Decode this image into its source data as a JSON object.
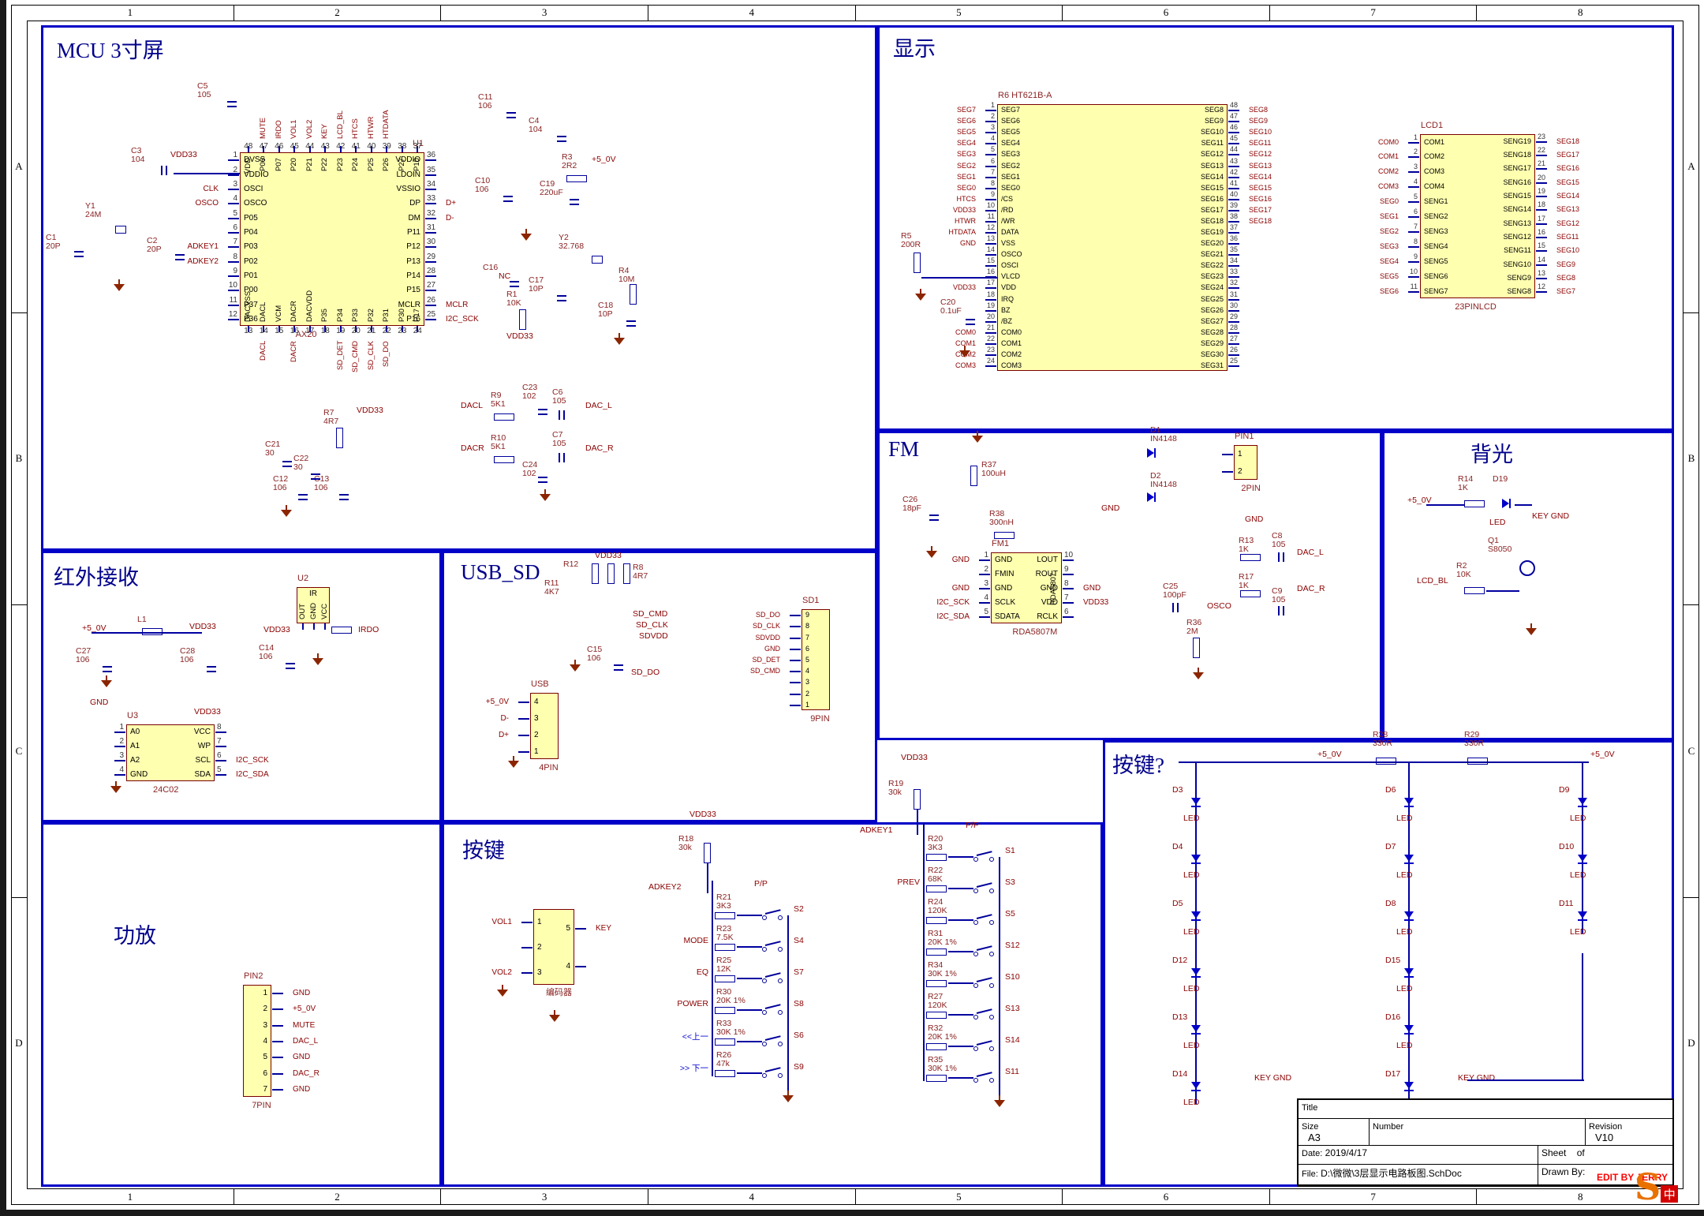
{
  "frame": {
    "columns": [
      "1",
      "2",
      "3",
      "4",
      "5",
      "6",
      "7",
      "8"
    ],
    "rows": [
      "A",
      "B",
      "C",
      "D"
    ]
  },
  "colors": {
    "block_border": "#0000c8",
    "title": "#00008b",
    "chip_fill": "#ffffb0",
    "chip_border": "#7a0000",
    "net": "#8b0000",
    "wire": "#0000a0",
    "edit_red": "#ff0000"
  },
  "blocks": {
    "mcu": {
      "title": "MCU  3寸屏"
    },
    "display": {
      "title": "显示"
    },
    "fm": {
      "title": "FM"
    },
    "backlight": {
      "title": "背光"
    },
    "ir": {
      "title": "红外接收"
    },
    "usb_sd": {
      "title": "USB_SD"
    },
    "keys": {
      "title": "按键"
    },
    "amp": {
      "title": "功放"
    },
    "keys2": {
      "title": "按键?"
    }
  },
  "nets": {
    "vdd33": "VDD33",
    "v5": "+5_0V",
    "gnd": "GND",
    "nc": "NC",
    "dacl": "DACL",
    "dacr": "DACR",
    "dac_l": "DAC_L",
    "dac_r": "DAC_R",
    "sd_do": "SD_DO",
    "sd_clk": "SD_CLK",
    "sd_cmd": "SD_CMD",
    "sdvdd": "SDVDD",
    "irdo": "IRDO",
    "osco": "OSCO",
    "adkey1": "ADKEY1",
    "adkey2": "ADKEY2",
    "key_gnd": "KEY GND",
    "lcd_bl": "LCD_BL",
    "led": "LED",
    "pp": "P/P"
  },
  "chips": {
    "u1": {
      "ref": "U1",
      "refpos": "tr",
      "sub": "AX20",
      "left": [
        [
          "1",
          "DVSS",
          ""
        ],
        [
          "2",
          "VDDIO",
          ""
        ],
        [
          "3",
          "OSCI",
          "CLK"
        ],
        [
          "4",
          "OSCO",
          "OSCO"
        ],
        [
          "5",
          "P05",
          ""
        ],
        [
          "6",
          "P04",
          ""
        ],
        [
          "7",
          "P03",
          "ADKEY1"
        ],
        [
          "8",
          "P02",
          "ADKEY2"
        ],
        [
          "9",
          "P01",
          ""
        ],
        [
          "10",
          "P00",
          ""
        ],
        [
          "11",
          "P37",
          ""
        ],
        [
          "12",
          "P36",
          ""
        ]
      ],
      "right": [
        [
          "36",
          "VDDIO",
          ""
        ],
        [
          "35",
          "LDOIN",
          ""
        ],
        [
          "34",
          "VSSIO",
          ""
        ],
        [
          "33",
          "DP",
          "D+"
        ],
        [
          "32",
          "DM",
          "D-"
        ],
        [
          "31",
          "P11",
          ""
        ],
        [
          "30",
          "P12",
          ""
        ],
        [
          "29",
          "P13",
          ""
        ],
        [
          "28",
          "P14",
          ""
        ],
        [
          "27",
          "P15",
          ""
        ],
        [
          "26",
          "MCLR",
          "MCLR"
        ],
        [
          "25",
          "P16",
          "I2C_SCK"
        ]
      ],
      "top": [
        [
          "48",
          "VDD",
          ""
        ],
        [
          "47",
          "P06",
          "MUTE"
        ],
        [
          "46",
          "P07",
          "IRDO"
        ],
        [
          "45",
          "P20",
          "VOL1"
        ],
        [
          "44",
          "P21",
          "VOL2"
        ],
        [
          "43",
          "P22",
          "KEY"
        ],
        [
          "42",
          "P23",
          "LCD_BL"
        ],
        [
          "41",
          "P24",
          "HTCS"
        ],
        [
          "40",
          "P25",
          "HTWR"
        ],
        [
          "39",
          "P26",
          "HTDATA"
        ],
        [
          "38",
          "P27",
          ""
        ],
        [
          "37",
          "P10",
          ""
        ]
      ],
      "bottom": [
        [
          "13",
          "DACVSS",
          ""
        ],
        [
          "14",
          "DACL",
          "DACL"
        ],
        [
          "15",
          "VCM",
          ""
        ],
        [
          "16",
          "DACR",
          "DACR"
        ],
        [
          "17",
          "DACVDD",
          ""
        ],
        [
          "18",
          "P35",
          ""
        ],
        [
          "19",
          "P34",
          "SD_DET"
        ],
        [
          "20",
          "P33",
          "SD_CMD"
        ],
        [
          "21",
          "P32",
          "SD_CLK"
        ],
        [
          "22",
          "P31",
          "SD_DO"
        ],
        [
          "23",
          "P30",
          ""
        ],
        [
          "24",
          "P17",
          ""
        ]
      ]
    },
    "ht": {
      "ref": "R6   HT621B-A",
      "left": [
        [
          "1",
          "SEG7",
          "SEG7"
        ],
        [
          "2",
          "SEG6",
          "SEG6"
        ],
        [
          "3",
          "SEG5",
          "SEG5"
        ],
        [
          "4",
          "SEG4",
          "SEG4"
        ],
        [
          "5",
          "SEG3",
          "SEG3"
        ],
        [
          "6",
          "SEG2",
          "SEG2"
        ],
        [
          "7",
          "SEG1",
          "SEG1"
        ],
        [
          "8",
          "SEG0",
          "SEG0"
        ],
        [
          "9",
          "/CS",
          "HTCS"
        ],
        [
          "10",
          "/RD",
          "VDD33"
        ],
        [
          "11",
          "/WR",
          "HTWR"
        ],
        [
          "12",
          "DATA",
          "HTDATA"
        ],
        [
          "13",
          "VSS",
          "GND"
        ],
        [
          "14",
          "OSCO",
          ""
        ],
        [
          "15",
          "OSCI",
          ""
        ],
        [
          "16",
          "VLCD",
          ""
        ],
        [
          "17",
          "VDD",
          "VDD33"
        ],
        [
          "18",
          "IRQ",
          ""
        ],
        [
          "19",
          "BZ",
          ""
        ],
        [
          "20",
          "/BZ",
          ""
        ],
        [
          "21",
          "COM0",
          "COM0"
        ],
        [
          "22",
          "COM1",
          "COM1"
        ],
        [
          "23",
          "COM2",
          "COM2"
        ],
        [
          "24",
          "COM3",
          "COM3"
        ]
      ],
      "right": [
        [
          "48",
          "SEG8",
          "SEG8"
        ],
        [
          "47",
          "SEG9",
          "SEG9"
        ],
        [
          "46",
          "SEG10",
          "SEG10"
        ],
        [
          "45",
          "SEG11",
          "SEG11"
        ],
        [
          "44",
          "SEG12",
          "SEG12"
        ],
        [
          "43",
          "SEG13",
          "SEG13"
        ],
        [
          "42",
          "SEG14",
          "SEG14"
        ],
        [
          "41",
          "SEG15",
          "SEG15"
        ],
        [
          "40",
          "SEG16",
          "SEG16"
        ],
        [
          "39",
          "SEG17",
          "SEG17"
        ],
        [
          "38",
          "SEG18",
          "SEG18"
        ],
        [
          "37",
          "SEG19",
          ""
        ],
        [
          "36",
          "SEG20",
          ""
        ],
        [
          "35",
          "SEG21",
          ""
        ],
        [
          "34",
          "SEG22",
          ""
        ],
        [
          "33",
          "SEG23",
          ""
        ],
        [
          "32",
          "SEG24",
          ""
        ],
        [
          "31",
          "SEG25",
          ""
        ],
        [
          "30",
          "SEG26",
          ""
        ],
        [
          "29",
          "SEG27",
          ""
        ],
        [
          "28",
          "SEG28",
          ""
        ],
        [
          "27",
          "SEG29",
          ""
        ],
        [
          "26",
          "SEG30",
          ""
        ],
        [
          "25",
          "SEG31",
          ""
        ]
      ]
    },
    "lcd1": {
      "ref": "LCD1",
      "sub": "23PINLCD",
      "left": [
        [
          "1",
          "COM1",
          "COM0"
        ],
        [
          "2",
          "COM2",
          "COM1"
        ],
        [
          "3",
          "COM3",
          "COM2"
        ],
        [
          "4",
          "COM4",
          "COM3"
        ],
        [
          "5",
          "SENG1",
          "SEG0"
        ],
        [
          "6",
          "SENG2",
          "SEG1"
        ],
        [
          "7",
          "SENG3",
          "SEG2"
        ],
        [
          "8",
          "SENG4",
          "SEG3"
        ],
        [
          "9",
          "SENG5",
          "SEG4"
        ],
        [
          "10",
          "SENG6",
          "SEG5"
        ],
        [
          "11",
          "SENG7",
          "SEG6"
        ]
      ],
      "right": [
        [
          "23",
          "SENG19",
          "SEG18"
        ],
        [
          "22",
          "SENG18",
          "SEG17"
        ],
        [
          "21",
          "SENG17",
          "SEG16"
        ],
        [
          "20",
          "SENG16",
          "SEG15"
        ],
        [
          "19",
          "SENG15",
          "SEG14"
        ],
        [
          "18",
          "SENG14",
          "SEG13"
        ],
        [
          "17",
          "SENG13",
          "SEG12"
        ],
        [
          "16",
          "SENG12",
          "SEG11"
        ],
        [
          "15",
          "SENG11",
          "SEG10"
        ],
        [
          "14",
          "SENG10",
          "SEG9"
        ],
        [
          "13",
          "SENG9",
          "SEG8"
        ],
        [
          "12",
          "SENG8",
          "SEG7"
        ]
      ]
    },
    "fm1": {
      "ref": "FM1",
      "sub": "RDA5807M",
      "vert": "RDA5807",
      "left": [
        [
          "1",
          "GND",
          "GND"
        ],
        [
          "2",
          "FMIN",
          ""
        ],
        [
          "3",
          "GND",
          "GND"
        ],
        [
          "4",
          "SCLK",
          "I2C_SCK"
        ],
        [
          "5",
          "SDATA",
          "I2C_SDA"
        ]
      ],
      "right": [
        [
          "10",
          "LOUT",
          ""
        ],
        [
          "9",
          "ROUT",
          ""
        ],
        [
          "8",
          "GND",
          "GND"
        ],
        [
          "7",
          "VDD",
          "VDD33"
        ],
        [
          "6",
          "RCLK",
          ""
        ]
      ]
    },
    "u2": {
      "ref": "U2",
      "inner": "IR",
      "bottom": [
        [
          "",
          "OUT",
          ""
        ],
        [
          "",
          "GND",
          ""
        ],
        [
          "",
          "VCC",
          ""
        ]
      ]
    },
    "u3": {
      "ref": "U3",
      "sub": "24C02",
      "left": [
        [
          "1",
          "A0",
          ""
        ],
        [
          "2",
          "A1",
          ""
        ],
        [
          "3",
          "A2",
          ""
        ],
        [
          "4",
          "GND",
          ""
        ]
      ],
      "right": [
        [
          "8",
          "VCC",
          ""
        ],
        [
          "7",
          "WP",
          ""
        ],
        [
          "6",
          "SCL",
          "I2C_SCK"
        ],
        [
          "5",
          "SDA",
          "I2C_SDA"
        ]
      ]
    },
    "sd1": {
      "ref": "SD1",
      "sub": "9PIN",
      "left": [
        [
          "",
          "9",
          "SD_DO"
        ],
        [
          "",
          "8",
          "SD_CLK"
        ],
        [
          "",
          "7",
          "SDVDD"
        ],
        [
          "",
          "6",
          "GND"
        ],
        [
          "",
          "5",
          "SD_DET"
        ],
        [
          "",
          "4",
          "SD_CMD"
        ],
        [
          "",
          "3",
          ""
        ],
        [
          "",
          "2",
          ""
        ],
        [
          "",
          "1",
          ""
        ]
      ]
    },
    "usb": {
      "ref": "USB",
      "sub": "4PIN",
      "left": [
        [
          "",
          "4",
          "+5_0V"
        ],
        [
          "",
          "3",
          "D-"
        ],
        [
          "",
          "2",
          "D+"
        ],
        [
          "",
          "1",
          ""
        ]
      ]
    },
    "pin1": {
      "ref": "PIN1",
      "sub": "2PIN",
      "left": [
        [
          "",
          "1",
          ""
        ],
        [
          "",
          "2",
          ""
        ]
      ]
    },
    "pin2": {
      "ref": "PIN2",
      "sub": "7PIN",
      "right": [
        [
          "",
          "1",
          "GND"
        ],
        [
          "",
          "2",
          "+5_0V"
        ],
        [
          "",
          "3",
          "MUTE"
        ],
        [
          "",
          "4",
          "DAC_L"
        ],
        [
          "",
          "5",
          "GND"
        ],
        [
          "",
          "6",
          "DAC_R"
        ],
        [
          "",
          "7",
          "GND"
        ]
      ]
    },
    "enc": {
      "sub": "编码器",
      "left": [
        [
          "",
          "1",
          "VOL1"
        ],
        [
          "",
          "2",
          ""
        ],
        [
          "",
          "3",
          "VOL2"
        ]
      ],
      "right": [
        [
          "",
          "5",
          "KEY"
        ],
        [
          "",
          "4",
          ""
        ]
      ]
    }
  },
  "parts": {
    "c5": {
      "ref": "C5",
      "val": "105"
    },
    "c3": {
      "ref": "C3",
      "val": "104"
    },
    "y1": {
      "ref": "Y1",
      "val": "24M"
    },
    "c1": {
      "ref": "C1",
      "val": "20P"
    },
    "c2": {
      "ref": "C2",
      "val": "20P"
    },
    "c11": {
      "ref": "C11",
      "val": "106"
    },
    "c4": {
      "ref": "C4",
      "val": "104"
    },
    "c10": {
      "ref": "C10",
      "val": "106"
    },
    "c19": {
      "ref": "C19",
      "val": "220uF"
    },
    "r3": {
      "ref": "R3",
      "val": "2R2"
    },
    "y2": {
      "ref": "Y2",
      "val": "32.768"
    },
    "c17": {
      "ref": "C17",
      "val": "10P"
    },
    "c18": {
      "ref": "C18",
      "val": "10P"
    },
    "r4": {
      "ref": "R4",
      "val": "10M"
    },
    "r1": {
      "ref": "R1",
      "val": "10K"
    },
    "c16": {
      "ref": "C16",
      "val": ""
    },
    "r9": {
      "ref": "R9",
      "val": "5K1"
    },
    "c23": {
      "ref": "C23",
      "val": "102"
    },
    "c6": {
      "ref": "C6",
      "val": "105"
    },
    "r10": {
      "ref": "R10",
      "val": "5K1"
    },
    "c24": {
      "ref": "C24",
      "val": "102"
    },
    "c7": {
      "ref": "C7",
      "val": "105"
    },
    "r7": {
      "ref": "R7",
      "val": "4R7"
    },
    "c21": {
      "ref": "C21",
      "val": "30"
    },
    "c22": {
      "ref": "C22",
      "val": "30"
    },
    "c12": {
      "ref": "C12",
      "val": "106"
    },
    "c13": {
      "ref": "C13",
      "val": "106"
    },
    "r5": {
      "ref": "R5",
      "val": "200R"
    },
    "c20": {
      "ref": "C20",
      "val": "0.1uF"
    },
    "c26": {
      "ref": "C26",
      "val": "18pF"
    },
    "r37": {
      "ref": "R37",
      "val": "100uH"
    },
    "r38": {
      "ref": "R38",
      "val": "300nH"
    },
    "d1": {
      "ref": "D1",
      "val": "IN4148"
    },
    "d2": {
      "ref": "D2",
      "val": "IN4148"
    },
    "r13": {
      "ref": "R13",
      "val": "1K"
    },
    "c8": {
      "ref": "C8",
      "val": "105"
    },
    "r17": {
      "ref": "R17",
      "val": "1K"
    },
    "c9": {
      "ref": "C9",
      "val": "105"
    },
    "c25": {
      "ref": "C25",
      "val": "100pF"
    },
    "r36": {
      "ref": "R36",
      "val": "2M"
    },
    "r14": {
      "ref": "R14",
      "val": "1K"
    },
    "d19": {
      "ref": "D19",
      "val": ""
    },
    "q1": {
      "ref": "Q1",
      "val": "S8050"
    },
    "r2": {
      "ref": "R2",
      "val": "10K"
    },
    "l1": {
      "ref": "L1",
      "val": ""
    },
    "c27": {
      "ref": "C27",
      "val": "106"
    },
    "c28": {
      "ref": "C28",
      "val": "106"
    },
    "c14": {
      "ref": "C14",
      "val": "106"
    },
    "r12": {
      "ref": "R12",
      "val": ""
    },
    "r8": {
      "ref": "R8",
      "val": "4R7"
    },
    "r11": {
      "ref": "R11",
      "val": "4K7"
    },
    "c15": {
      "ref": "C15",
      "val": "106"
    },
    "r18": {
      "ref": "R18",
      "val": "30k"
    },
    "r19": {
      "ref": "R19",
      "val": "30k"
    },
    "r28": {
      "ref": "R28",
      "val": "330R"
    },
    "r29": {
      "ref": "R29",
      "val": "330R"
    }
  },
  "ladders": {
    "adkey2": {
      "rows": [
        {
          "r": "R21",
          "v": "3K3",
          "s": "S2",
          "lbl": ""
        },
        {
          "r": "R23",
          "v": "7.5K",
          "s": "S4",
          "lbl": "MODE"
        },
        {
          "r": "R25",
          "v": "12K",
          "s": "S7",
          "lbl": "EQ"
        },
        {
          "r": "R30",
          "v": "20K 1%",
          "s": "S8",
          "lbl": "POWER"
        },
        {
          "r": "R33",
          "v": "30K 1%",
          "s": "S6",
          "lbl": "<<上一"
        },
        {
          "r": "R26",
          "v": "47k",
          "s": "S9",
          "lbl": ">> 下一"
        }
      ]
    },
    "adkey1": {
      "rows": [
        {
          "r": "R20",
          "v": "3K3",
          "s": "S1",
          "lbl": ""
        },
        {
          "r": "R22",
          "v": "68K",
          "s": "S3",
          "lbl": "PREV"
        },
        {
          "r": "R24",
          "v": "120K",
          "s": "S5",
          "lbl": ""
        },
        {
          "r": "R31",
          "v": "20K 1%",
          "s": "S12",
          "lbl": ""
        },
        {
          "r": "R34",
          "v": "30K 1%",
          "s": "S10",
          "lbl": ""
        },
        {
          "r": "R27",
          "v": "120K",
          "s": "S13",
          "lbl": ""
        },
        {
          "r": "R32",
          "v": "20K 1%",
          "s": "S14",
          "lbl": ""
        },
        {
          "r": "R35",
          "v": "30K 1%",
          "s": "S11",
          "lbl": ""
        }
      ]
    }
  },
  "leds": {
    "cols": [
      [
        "D3",
        "D4",
        "D5",
        "D12",
        "D13",
        "D14"
      ],
      [
        "D6",
        "D7",
        "D8",
        "D15",
        "D16",
        "D17"
      ],
      [
        "D9",
        "D10",
        "D11"
      ]
    ]
  },
  "titleblock": {
    "title_label": "Title",
    "size_label": "Size",
    "size": "A3",
    "number_label": "Number",
    "rev_label": "Revision",
    "rev": "V10",
    "date_label": "Date:",
    "date": "2019/4/17",
    "sheet_label": "Sheet",
    "of_label": "of",
    "file_label": "File:",
    "file": "D:\\微微\\3层显示电路板图.SchDoc",
    "drawn_label": "Drawn By:",
    "edit": "EDIT BY JERRY"
  },
  "logo": {
    "s": "S",
    "cn": "中"
  }
}
